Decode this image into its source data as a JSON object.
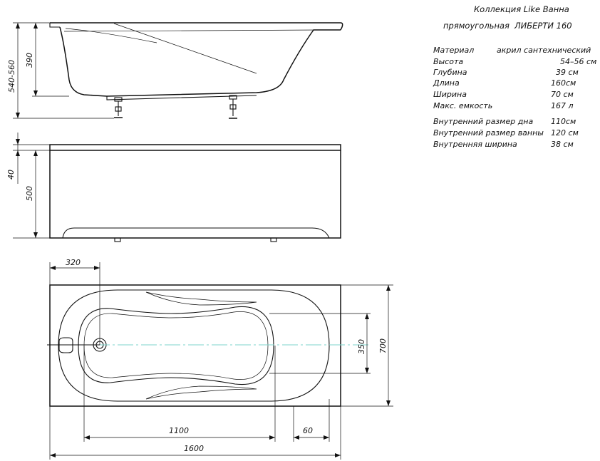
{
  "header": {
    "collection": "Коллекция Like Ванна",
    "type": "прямоугольная",
    "model": "ЛИБЕРТИ 160"
  },
  "specs": [
    {
      "label": "Материал",
      "value": "акрил сантехнический"
    },
    {
      "label": "Высота",
      "value": "54–56 см"
    },
    {
      "label": "Глубина",
      "value": "39 см"
    },
    {
      "label": "Длина",
      "value": "160см"
    },
    {
      "label": "Ширина",
      "value": "70 см"
    },
    {
      "label": "Макс. емкость",
      "value": "167 л"
    }
  ],
  "inner": [
    {
      "label": "Внутренний размер дна",
      "value": "110см"
    },
    {
      "label": "Внутренний размер ванны",
      "value": "120 см"
    },
    {
      "label": "Внутренняя ширина",
      "value": "38 см"
    }
  ],
  "dims": {
    "total_height": "540-560",
    "depth": "390",
    "rim": "40",
    "panel": "500",
    "drain_offset": "320",
    "inner_width": "350",
    "width": "700",
    "bottom_length": "1100",
    "end_offset": "60",
    "length": "1600"
  },
  "colors": {
    "line": "#111111",
    "centerline": "#7fd6cc"
  }
}
